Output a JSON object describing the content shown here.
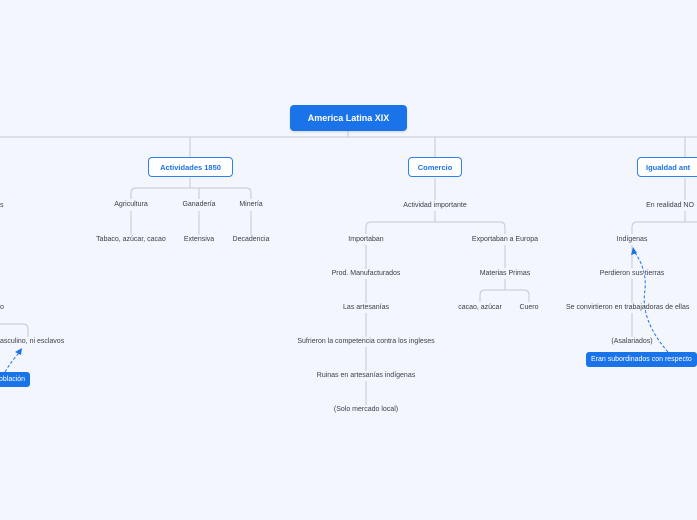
{
  "root": {
    "label": "America Latina XIX"
  },
  "branches": {
    "actividades": {
      "label": "Actividades 1850",
      "agricultura": "Agricultura",
      "agricultura_detail": "Tabaco, azúcar, cacao",
      "ganaderia": "Ganadería",
      "ganaderia_detail": "Extensiva",
      "mineria": "Minería",
      "mineria_detail": "Decadencia"
    },
    "comercio": {
      "label": "Comercio",
      "actividad": "Actividad importante",
      "importaban": "Importaban",
      "prod": "Prod. Manufacturados",
      "artesanias": "Las artesanías",
      "sufrieron": "Sufrieron la competencia contra los ingleses",
      "ruinas": "Ruinas en artesanías indígenas",
      "solo": "(Solo mercado local)",
      "exportaban": "Exportaban a Europa",
      "materias": "Materias Primas",
      "cacao": "cacao, azúcar",
      "cuero": "Cuero"
    },
    "igualdad": {
      "label": "Igualdad ant",
      "en_realidad": "En realidad NO",
      "indigenas": "Indígenas",
      "perdieron": "Perdieron sus tierras",
      "se_convirtieron": "Se convirtieron en trabajadoras de ellas",
      "asalariados": "(Asalariados)",
      "note": "Eran subordinados con respecto"
    },
    "left": {
      "s": "s",
      "o": "o",
      "masculino": "asculino, ni esclavos",
      "note": "oblación"
    }
  }
}
